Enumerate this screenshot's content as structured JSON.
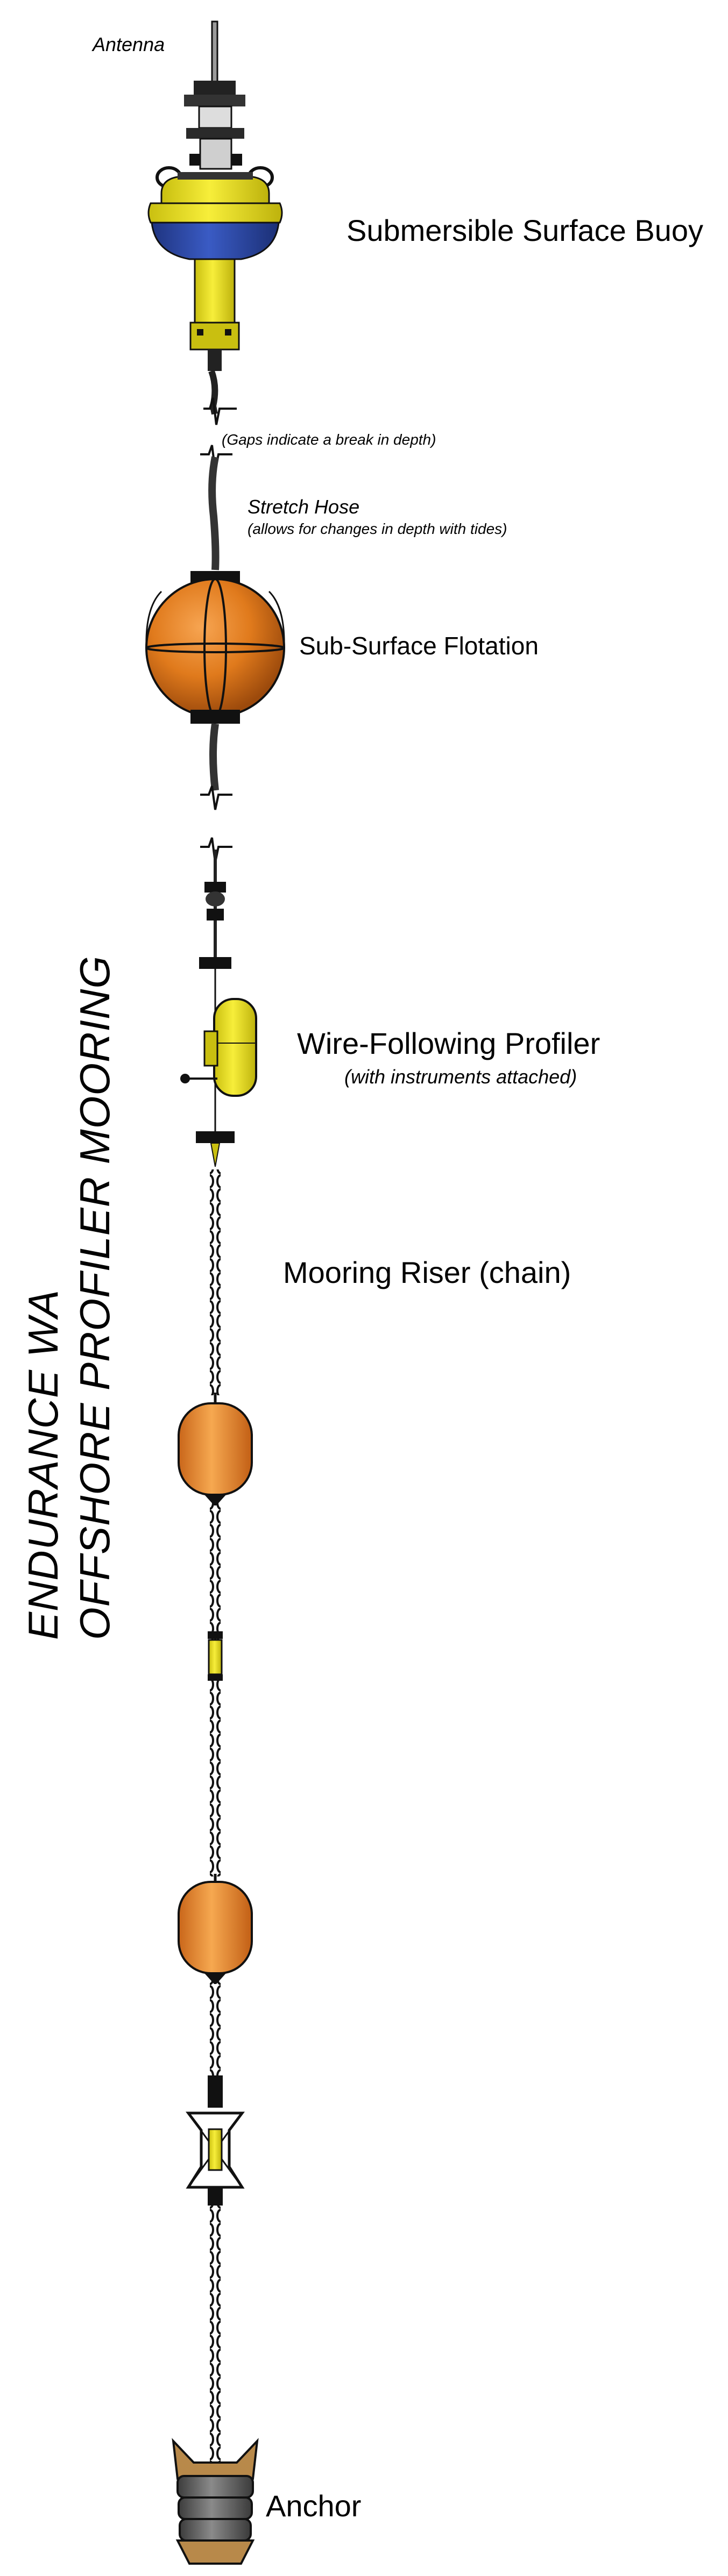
{
  "title": {
    "line1": "ENDURANCE WA",
    "line2": "OFFSHORE PROFILER MOORING"
  },
  "labels": {
    "antenna": "Antenna",
    "surface_buoy": "Submersible Surface Buoy",
    "gaps_note": "(Gaps indicate a break in depth)",
    "stretch_hose": "Stretch Hose",
    "stretch_hose_note": "(allows for changes in depth with tides)",
    "subsurface_flotation": "Sub-Surface Flotation",
    "profiler": "Wire-Following Profiler",
    "profiler_note": "(with instruments attached)",
    "riser": "Mooring Riser (chain)",
    "anchor": "Anchor"
  },
  "colors": {
    "buoy_yellow": "#f2e81e",
    "buoy_blue": "#2d49a8",
    "flotation_orange": "#e07a1c",
    "float_light_orange": "#f4a34c",
    "outline": "#111111",
    "anchor_gray": "#6e6e6e",
    "anchor_tan": "#b8894a"
  }
}
